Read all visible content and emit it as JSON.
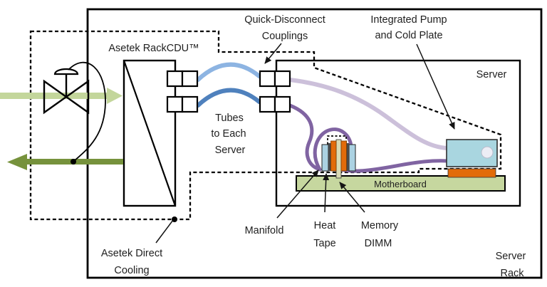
{
  "labels": {
    "rack_cdu": "Asetek RackCDU™",
    "quick_disconnect": [
      "Quick-Disconnect",
      "Couplings"
    ],
    "integrated_pump": [
      "Integrated Pump",
      "and Cold Plate"
    ],
    "server": "Server",
    "tubes": [
      "Tubes",
      "to Each",
      "Server"
    ],
    "motherboard": "Motherboard",
    "manifold": "Manifold",
    "heat_tape": [
      "Heat",
      "Tape"
    ],
    "memory_dimm": [
      "Memory",
      "DIMM"
    ],
    "direct_cooling": [
      "Asetek Direct",
      "Cooling"
    ],
    "server_rack": [
      "Server",
      "Rack"
    ]
  },
  "colors": {
    "facility_supply": "#C3D69B",
    "facility_return": "#76923C",
    "tube_supply": "#8DB4E2",
    "tube_return": "#4F81BD",
    "tube_pale_purple": "#CCC0DA",
    "tube_purple": "#8064A2",
    "pump_body": "#A9D6E0",
    "cold_plate": "#E26B0A",
    "motherboard": "#C6D79F",
    "dimm_card": "#D9DAB2",
    "dimm_cooler": "#ABD2E2",
    "heat_tape": "#4A4A4A"
  }
}
